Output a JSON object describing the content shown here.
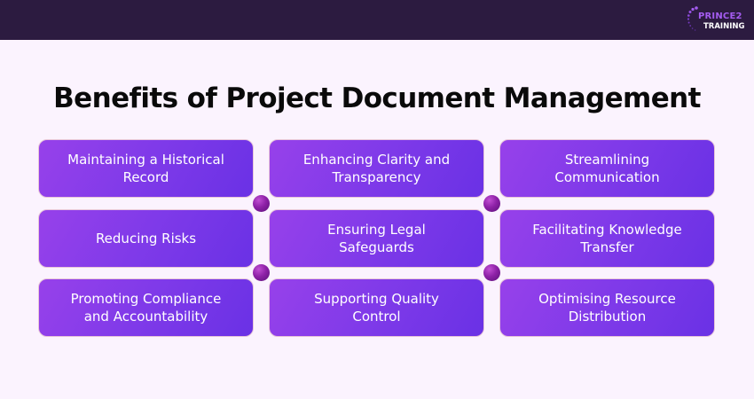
{
  "header": {
    "logo": {
      "line1": "PRINCE2",
      "line2": "TRAINING",
      "icon": "dotted-arc-logo-icon",
      "accent_color": "#a45cf0"
    },
    "background_color": "#2c1b40"
  },
  "title": "Benefits of Project Document Management",
  "grid": {
    "columns": [
      {
        "items": [
          {
            "label": "Maintaining a Historical Record"
          },
          {
            "label": "Reducing Risks"
          },
          {
            "label": "Promoting Compliance and Accountability"
          }
        ]
      },
      {
        "items": [
          {
            "label": "Enhancing Clarity and Transparency"
          },
          {
            "label": "Ensuring Legal Safeguards"
          },
          {
            "label": "Supporting Quality Control"
          }
        ]
      },
      {
        "items": [
          {
            "label": "Streamlining Communication"
          },
          {
            "label": "Facilitating Knowledge Transfer"
          },
          {
            "label": "Optimising Resource Distribution"
          }
        ]
      }
    ],
    "card_gradient": [
      "#9741ea",
      "#6a31e5"
    ],
    "connector_color": "#8e21a7"
  }
}
